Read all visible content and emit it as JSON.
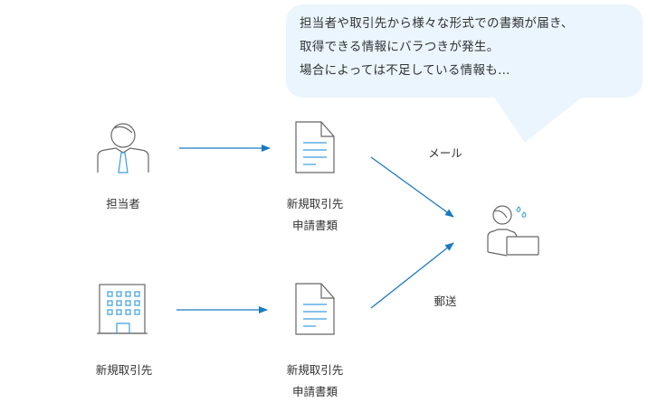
{
  "bubble": {
    "lines": [
      "担当者や取引先から様々な形式での書類が届き、",
      "取得できる情報にバラつきが発生。",
      "場合によっては不足している情報も…"
    ],
    "color": "#eaf5fd"
  },
  "nodes": {
    "staff": {
      "icon": "person-with-tie-icon",
      "label": "担当者"
    },
    "new_client": {
      "icon": "office-building-icon",
      "label": "新規取引先"
    },
    "doc_top": {
      "icon": "document-icon",
      "label_line1": "新規取引先",
      "label_line2": "申請書類"
    },
    "doc_bottom": {
      "icon": "document-icon",
      "label_line1": "新規取引先",
      "label_line2": "申請書類"
    },
    "receiver": {
      "icon": "worried-person-at-laptop-icon"
    }
  },
  "edges": {
    "mail_label": "メール",
    "post_label": "郵送"
  },
  "colors": {
    "accent": "#1a7ac0",
    "icon_stroke": "#666666",
    "icon_accent": "#3a9ee0"
  }
}
